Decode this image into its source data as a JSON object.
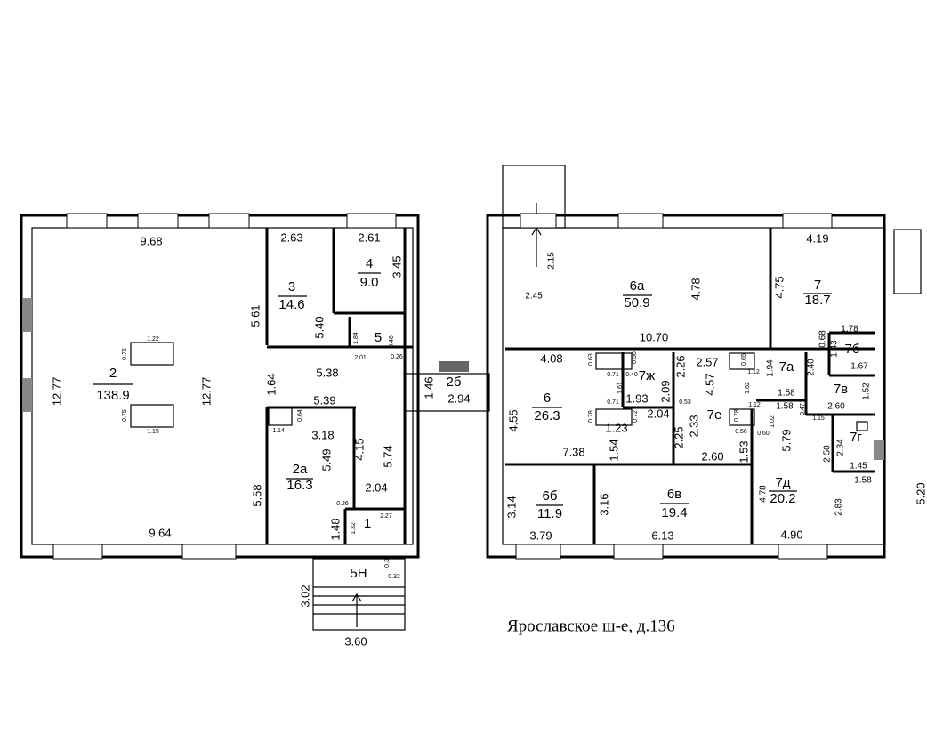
{
  "address": "Ярославское ш-е, д.136",
  "rooms": [
    {
      "number": "2",
      "area": "138.9"
    },
    {
      "number": "3",
      "area": "14.6"
    },
    {
      "number": "4",
      "area": "9.0"
    },
    {
      "number": "5"
    },
    {
      "number": "2а",
      "area": "16.3"
    },
    {
      "number": "1"
    },
    {
      "number": "5Н"
    },
    {
      "number": "2б"
    },
    {
      "number": "6а",
      "area": "50.9"
    },
    {
      "number": "7",
      "area": "18.7"
    },
    {
      "number": "7ж"
    },
    {
      "number": "6",
      "area": "26.3"
    },
    {
      "number": "7е"
    },
    {
      "number": "7а"
    },
    {
      "number": "7б"
    },
    {
      "number": "7в"
    },
    {
      "number": "7г"
    },
    {
      "number": "7д",
      "area": "20.2"
    },
    {
      "number": "6б",
      "area": "11.9"
    },
    {
      "number": "6в",
      "area": "19.4"
    }
  ],
  "dims": [
    "9.68",
    "12.77",
    "12.77",
    "1.22",
    "0.75",
    "0.75",
    "1.19",
    "9.64",
    "5.58",
    "2.63",
    "5.61",
    "5.40",
    "2.61",
    "3.45",
    "1.84",
    "2.01",
    "0.46",
    "0.26",
    "5.38",
    "1.64",
    "5.39",
    "0.64",
    "1.14",
    "3.18",
    "5.49",
    "4.15",
    "5.74",
    "2.04",
    "0.26",
    "2.27",
    "1.32",
    "1.48",
    "0.36",
    "0.32",
    "3.02",
    "3.60",
    "1.46",
    "2.94",
    "2.15",
    "2.45",
    "4.78",
    "10.70",
    "4.19",
    "4.75",
    "1.78",
    "0.68",
    "4.08",
    "0.63",
    "0.50",
    "0.71",
    "0.40",
    "1.61",
    "2.09",
    "2.26",
    "2.57",
    "0.65",
    "1.12",
    "4.57",
    "1.62",
    "4.55",
    "0.71",
    "1.93",
    "2.04",
    "0.53",
    "0.78",
    "0.72",
    "1.23",
    "2.33",
    "0.78",
    "1.12",
    "2.25",
    "1.54",
    "7.38",
    "2.60",
    "1.53",
    "0.56",
    "0.60",
    "1.94",
    "2.40",
    "1.58",
    "1.58",
    "1.02",
    "0.47",
    "1.15",
    "1.43",
    "1.67",
    "1.52",
    "2.60",
    "2.34",
    "2.50",
    "1.45",
    "1.58",
    "5.79",
    "4.78",
    "2.83",
    "4.90",
    "3.14",
    "3.79",
    "3.16",
    "6.13",
    "5.20"
  ]
}
